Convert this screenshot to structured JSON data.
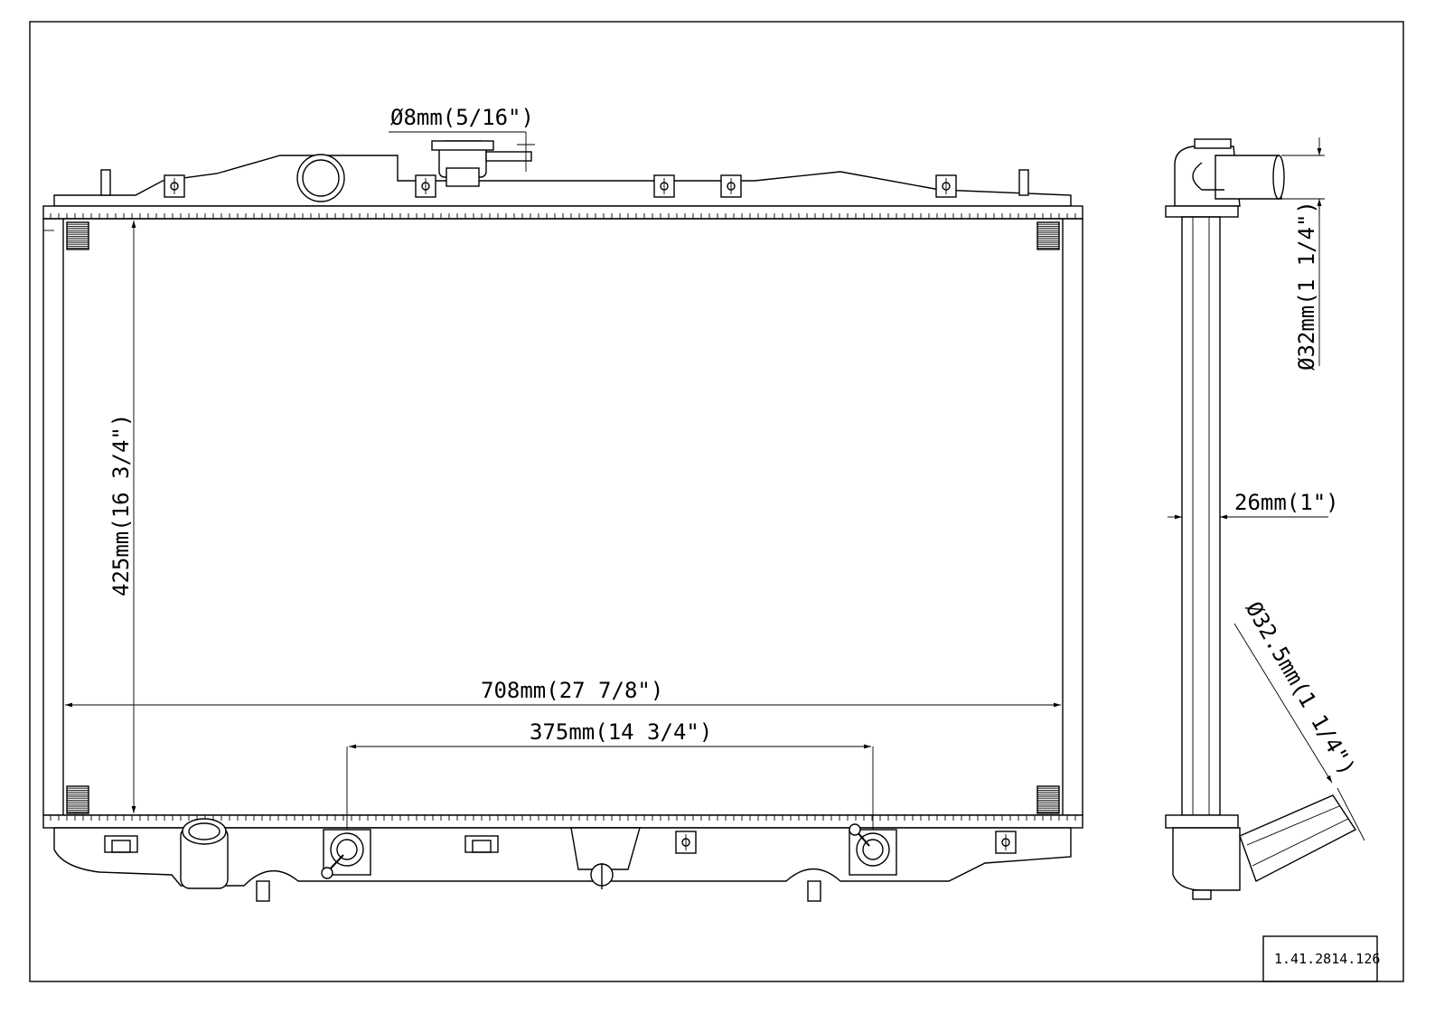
{
  "labels": {
    "filler_neck": "Ø8mm(5/16\")",
    "height": "425mm(16 3/4\")",
    "width": "708mm(27 7/8\")",
    "outlet_spacing": "375mm(14 3/4\")",
    "upper_hose": "Ø32mm(1 1/4\")",
    "core_thickness": "26mm(1\")",
    "lower_hose": "Ø32.5mm(1 1/4\")"
  },
  "part_number": "1.41.2814.126"
}
